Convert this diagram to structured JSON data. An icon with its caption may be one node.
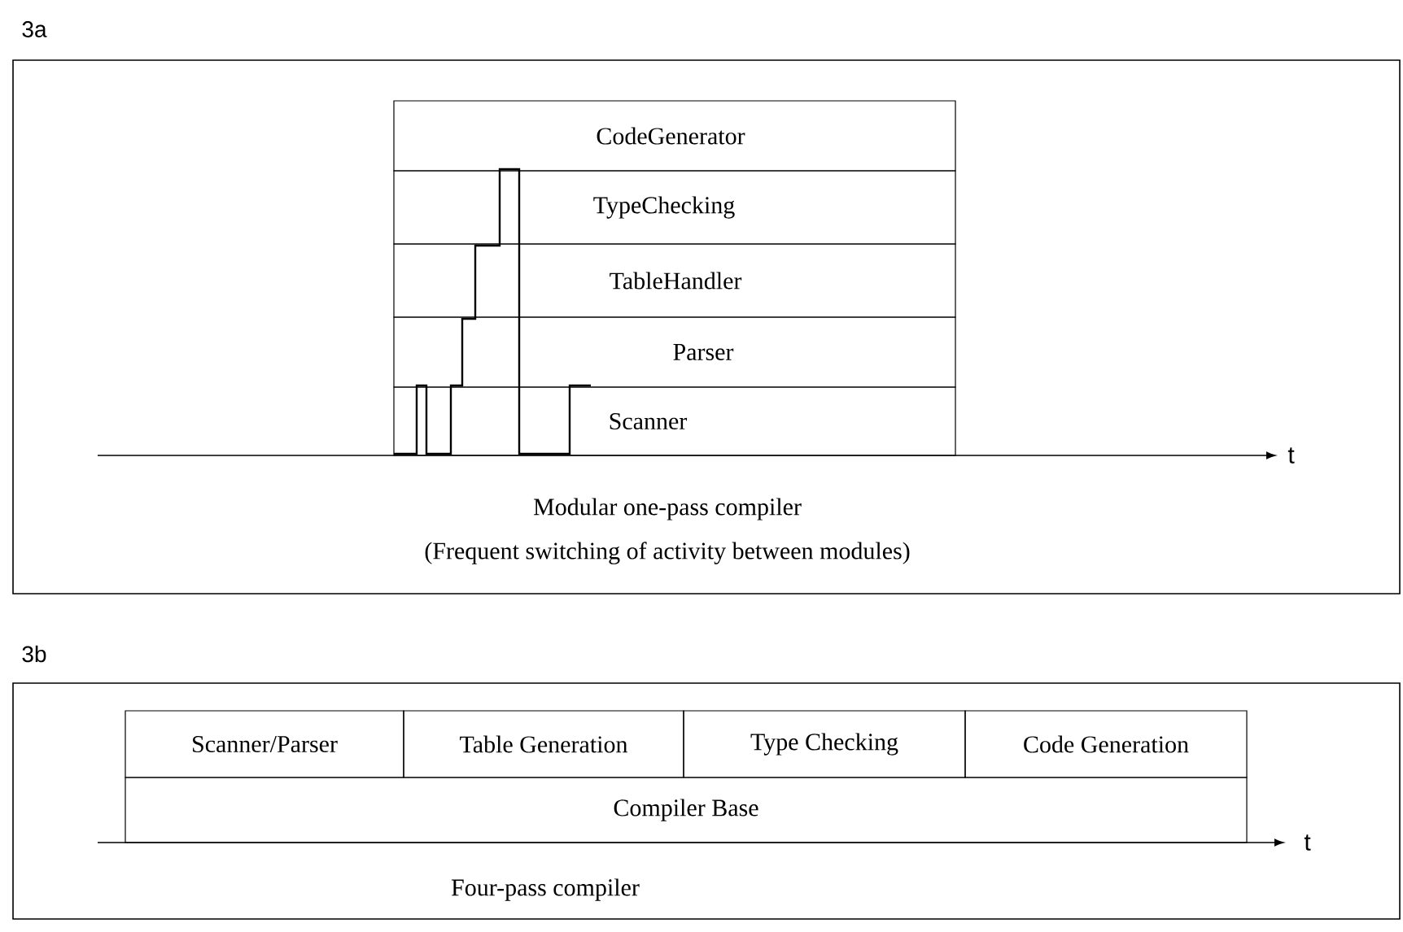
{
  "diagram": {
    "nodes": [
      {
        "text": [
          "3a",
          "Modular one-pass compiler",
          "(Frequent switching of activity between modules)"
        ]
      },
      {
        "text": [
          "CodeGenerator"
        ],
        "in": 0
      },
      {
        "text": [
          "TypeChecking"
        ],
        "in": 0
      },
      {
        "text": [
          "TableHandler"
        ],
        "in": 0
      },
      {
        "text": [
          "Parser"
        ],
        "in": 0
      },
      {
        "text": [
          "Scanner"
        ],
        "in": 0
      },
      {
        "text": [
          "3b",
          "Four-pass compiler"
        ]
      },
      {
        "text": [
          "Scanner/Parser"
        ],
        "in": 6
      },
      {
        "text": [
          "Table Generation"
        ],
        "in": 6
      },
      {
        "text": [
          "Type Checking"
        ],
        "in": 6
      },
      {
        "text": [
          "Code Generation"
        ],
        "in": 6
      },
      {
        "text": [
          "Compiler Base"
        ],
        "in": 6
      }
    ],
    "labels": [
      "t",
      "t"
    ]
  }
}
